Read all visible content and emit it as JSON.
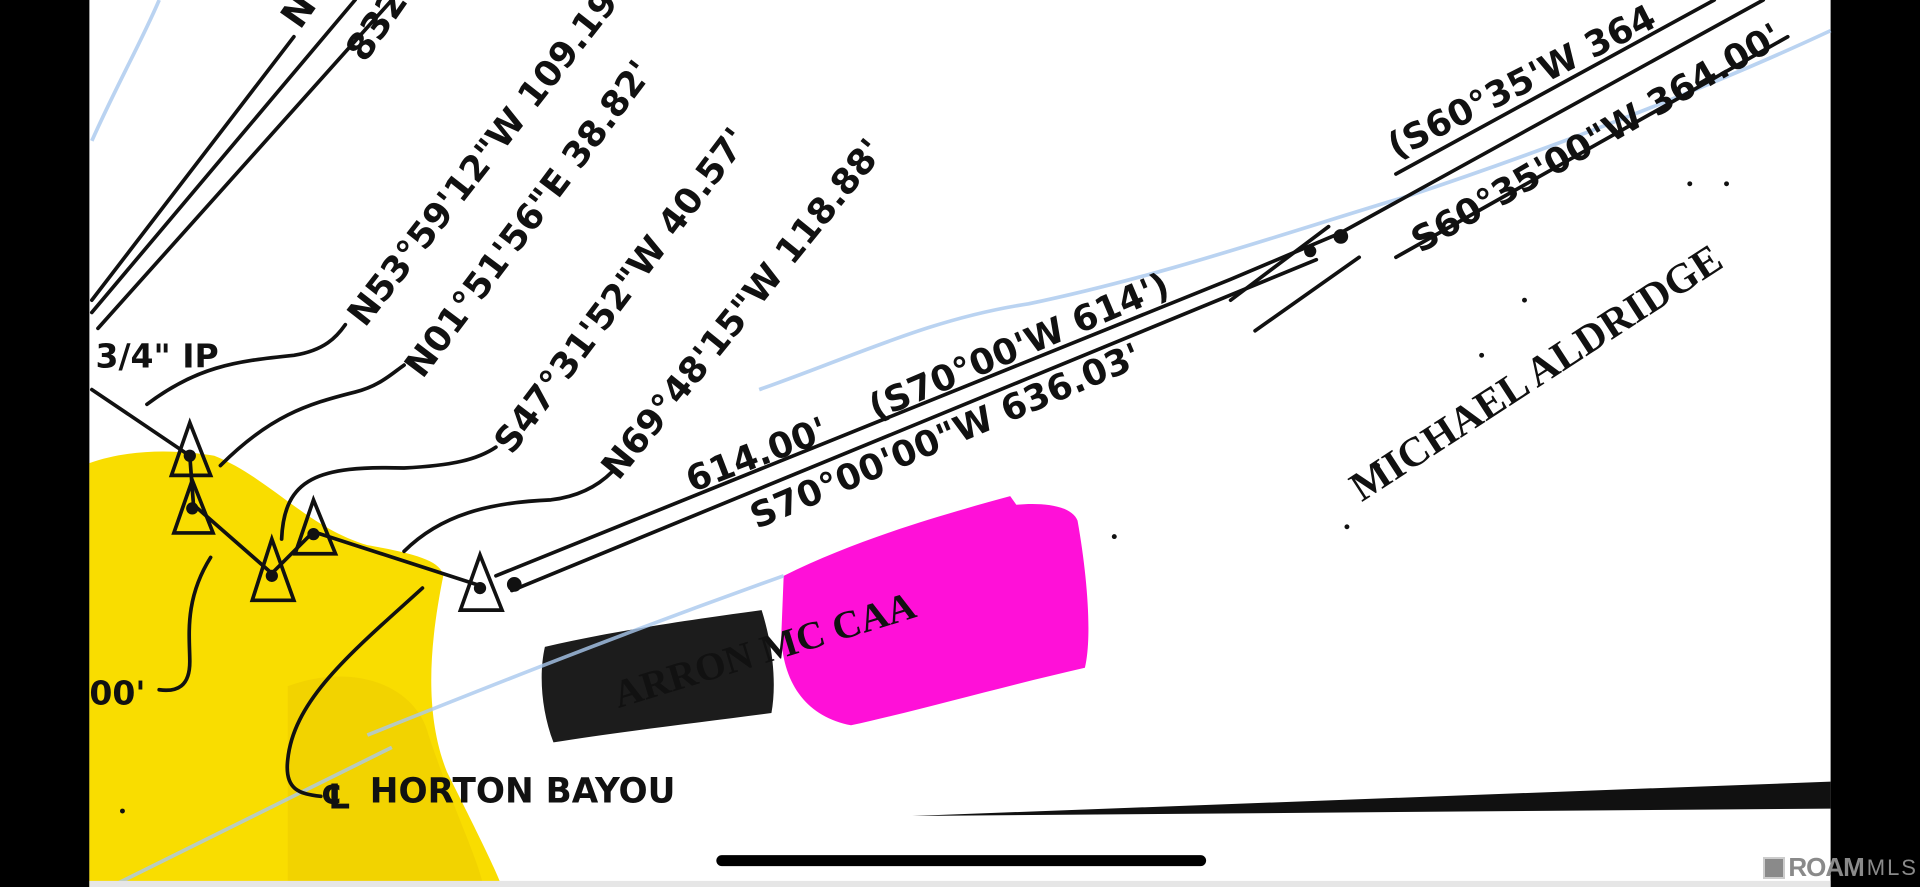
{
  "map": {
    "labels": {
      "top_bearing_partial": "N",
      "top_distance_partial": "832.",
      "bearing_1": "N53°59'12\"W  109.19",
      "bearing_2": "N01°51'56\"E  38.82'",
      "bearing_3": "S47°31'52\"W  40.57'",
      "bearing_4": "N69°48'15\"W  118.88'",
      "distance_614": "614.00'",
      "record_bearing_614": "(S70°00'W  614')",
      "bearing_636": "S70°00'00\"W  636.03'",
      "record_bearing_364": "(S60°35'W  364",
      "bearing_364": "S60°35'00\"W  364.00'",
      "owner_michael": "MICHAEL ALDRIDGE",
      "owner_arron": "ARRON MC CAA",
      "iron_pipe": "3/4\"  IP",
      "distance_left_partial": "00'",
      "centerline_symbol": "℄",
      "bayou": "HORTON  BAYOU"
    },
    "highlight_colors": {
      "yellow": "#f9dd00",
      "magenta": "#ff10d8",
      "redaction": "#1a1a1a",
      "water_line": "#a9c8ee"
    }
  },
  "watermark": {
    "brand": "ROAM",
    "suffix": "MLS"
  }
}
